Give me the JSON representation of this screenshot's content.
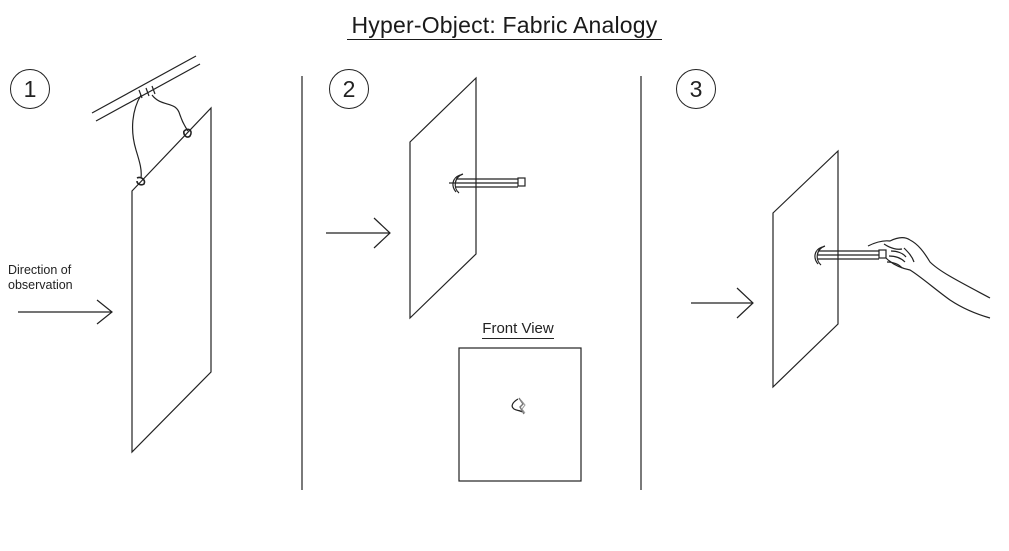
{
  "title": "Hyper-Object: Fabric Analogy",
  "steps": [
    {
      "number": "1"
    },
    {
      "number": "2"
    },
    {
      "number": "3"
    }
  ],
  "observation_label": "Direction of observation",
  "front_view_label": "Front View",
  "colors": {
    "ink": "#222222",
    "background": "#ffffff",
    "fabric_tear": "#777777"
  },
  "icons": [
    "arrow-right-icon",
    "pencil-icon",
    "hand-icon",
    "hook-icon",
    "rod-icon"
  ]
}
